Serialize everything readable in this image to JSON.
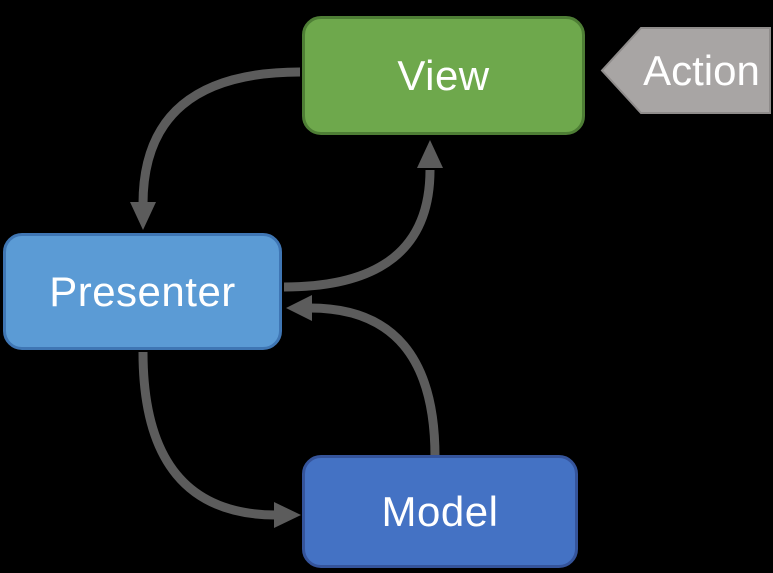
{
  "colors": {
    "background": "#000000",
    "text": "#ffffff",
    "arrow": "#5c5c5c",
    "view_fill": "#6ea84c",
    "view_border": "#4e7e35",
    "presenter_fill": "#5b9bd5",
    "presenter_border": "#3f76b4",
    "model_fill": "#4472c4",
    "model_border": "#35549b",
    "action_fill": "#a8a5a4",
    "action_border": "#8f8c8b"
  },
  "nodes": {
    "view": {
      "label": "View"
    },
    "presenter": {
      "label": "Presenter"
    },
    "model": {
      "label": "Model"
    },
    "action": {
      "label": "Action"
    }
  },
  "edges": [
    {
      "from": "view",
      "to": "presenter",
      "style": "curved-arrow"
    },
    {
      "from": "presenter",
      "to": "view",
      "style": "curved-arrow"
    },
    {
      "from": "presenter",
      "to": "model",
      "style": "curved-arrow"
    },
    {
      "from": "model",
      "to": "presenter",
      "style": "curved-arrow"
    },
    {
      "from": "action",
      "to": "view",
      "style": "block-arrow"
    }
  ]
}
